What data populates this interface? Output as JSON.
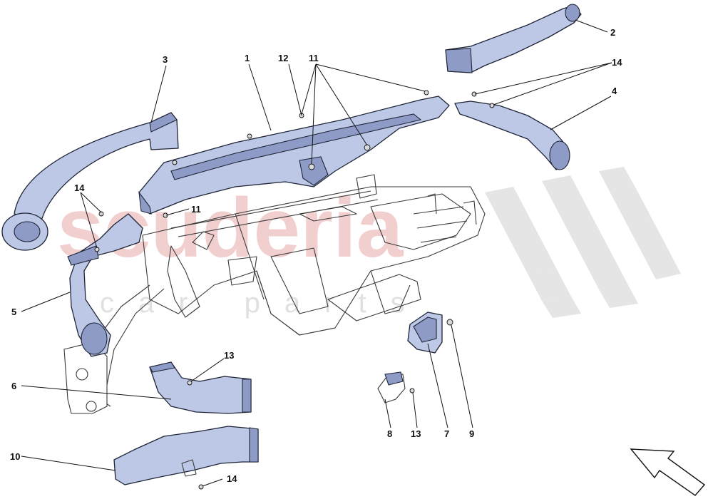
{
  "watermark": {
    "main": "scuderia",
    "sub": "car parts"
  },
  "callouts": [
    {
      "id": "c1",
      "label": "1"
    },
    {
      "id": "c2",
      "label": "2"
    },
    {
      "id": "c3",
      "label": "3"
    },
    {
      "id": "c4",
      "label": "4"
    },
    {
      "id": "c5",
      "label": "5"
    },
    {
      "id": "c6",
      "label": "6"
    },
    {
      "id": "c7",
      "label": "7"
    },
    {
      "id": "c8",
      "label": "8"
    },
    {
      "id": "c9",
      "label": "9"
    },
    {
      "id": "c10",
      "label": "10"
    },
    {
      "id": "c11a",
      "label": "11"
    },
    {
      "id": "c11b",
      "label": "11"
    },
    {
      "id": "c12",
      "label": "12"
    },
    {
      "id": "c13a",
      "label": "13"
    },
    {
      "id": "c13b",
      "label": "13"
    },
    {
      "id": "c14a",
      "label": "14"
    },
    {
      "id": "c14b",
      "label": "14"
    },
    {
      "id": "c14c",
      "label": "14"
    }
  ],
  "colors": {
    "duct": "#bcc8e6",
    "outline": "#1e2436",
    "watermark": "#e8a8a8"
  }
}
